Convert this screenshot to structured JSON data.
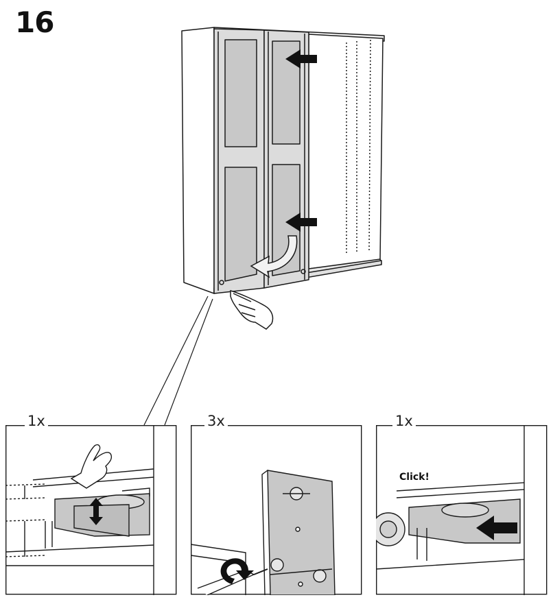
{
  "step": {
    "number": "16"
  },
  "panels": [
    {
      "quantity": "1x"
    },
    {
      "quantity": "3x"
    },
    {
      "quantity": "1x",
      "sound_label": "Click!"
    }
  ],
  "colors": {
    "door_fill": "#dcdcdc",
    "panel_fill": "#c8c8c8",
    "line": "#1a1a1a",
    "arrow": "#111111",
    "hint_arrow": "#f2f2f2"
  }
}
